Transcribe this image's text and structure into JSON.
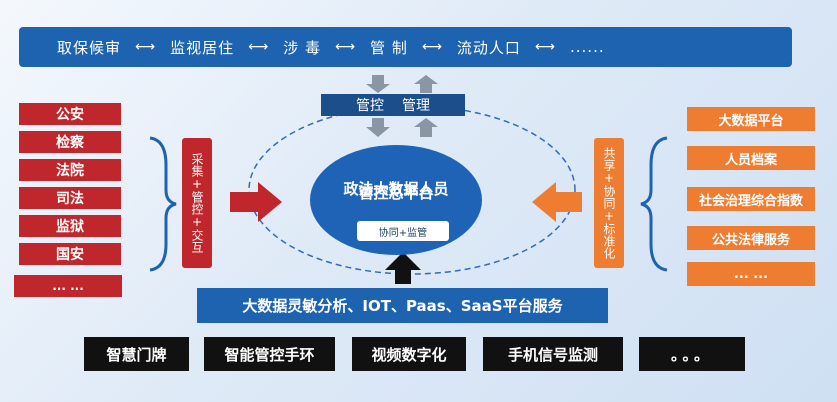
{
  "top_bar": {
    "items": [
      "取保候审",
      "监视居住",
      "涉 毒",
      "管 制",
      "流动人口",
      "......"
    ],
    "separator": "⟷"
  },
  "management": {
    "left": "管控",
    "right": "管理"
  },
  "center": {
    "title_line1": "政法大数据人员",
    "title_line2": "管控总平台",
    "sub_label": "协同+监管"
  },
  "left_items": [
    "公安",
    "检察",
    "法院",
    "司法",
    "监狱",
    "国安",
    "... ..."
  ],
  "left_vertical": "采集+管控+交互",
  "right_items": [
    "大数据平台",
    "人员档案",
    "社会治理综合指数",
    "公共法律服务",
    "... ..."
  ],
  "right_vertical": "共享+协同+标准化",
  "service_bar": "大数据灵敏分析、IOT、Paas、SaaS平台服务",
  "bottom_items": [
    "智慧门牌",
    "智能管控手环",
    "视频数字化",
    "手机信号监测",
    "。。。"
  ],
  "colors": {
    "blue": "#1e63b0",
    "red": "#c0272d",
    "orange": "#ee7d31",
    "black": "#111111",
    "gray_arrow": "#8a96a3"
  }
}
